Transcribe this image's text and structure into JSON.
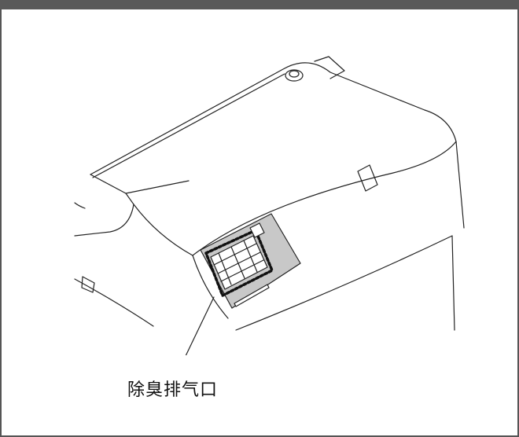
{
  "callout": {
    "label": "除臭排气口"
  },
  "colors": {
    "frame": "#555555",
    "panel": "#c8c8c8",
    "line": "#222222"
  },
  "icons": [
    "vent-grille",
    "dial-knob",
    "indicator-slot",
    "leader-line"
  ]
}
